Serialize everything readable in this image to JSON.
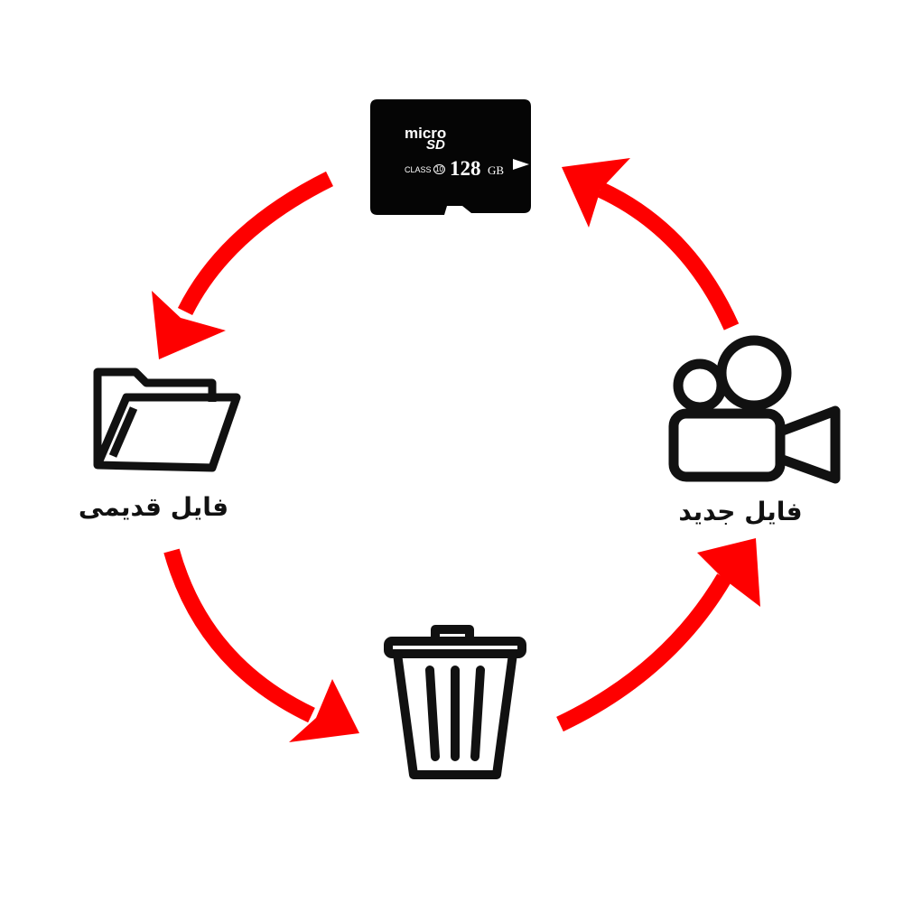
{
  "sd_card": {
    "brand_top": "micro",
    "brand_bottom": "SD",
    "class_label": "CLASS",
    "class_number": "10",
    "capacity": "128",
    "unit": "GB"
  },
  "labels": {
    "old_file": "فایل قدیمی",
    "new_file": "فایل جدید"
  },
  "colors": {
    "arrow": "#fe0000",
    "icon": "#111111",
    "card": "#050505"
  }
}
